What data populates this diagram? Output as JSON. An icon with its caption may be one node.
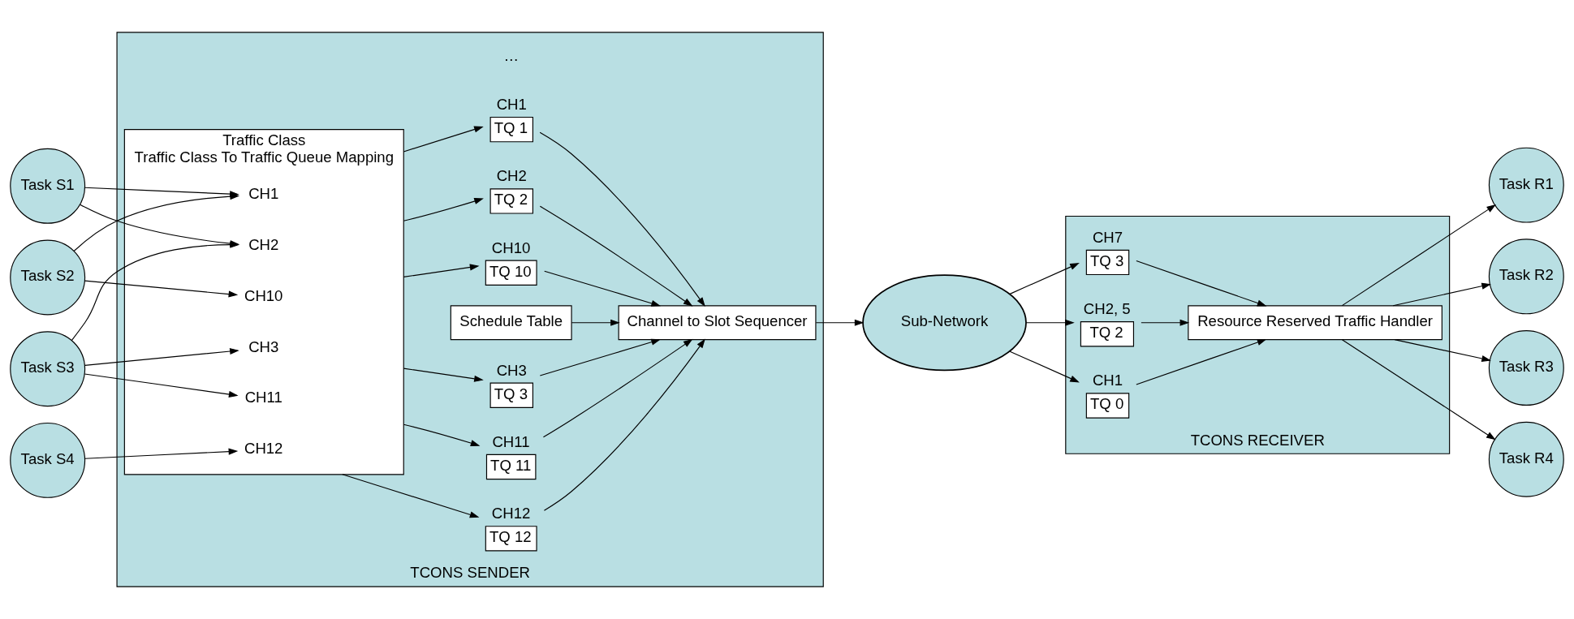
{
  "diagram": {
    "nodes": [
      {
        "text": [
          "Task S1"
        ]
      },
      {
        "text": [
          "Task S2"
        ]
      },
      {
        "text": [
          "Task S3"
        ]
      },
      {
        "text": [
          "Task S4"
        ]
      },
      {
        "text": [
          "TCONS SENDER"
        ]
      },
      {
        "text": [
          "Traffic Class",
          "Traffic Class To Traffic Queue Mapping"
        ],
        "in": 4
      },
      {
        "text": [
          "CH1"
        ],
        "in": 5
      },
      {
        "text": [
          "CH2"
        ],
        "in": 5
      },
      {
        "text": [
          "CH3"
        ],
        "in": 5
      },
      {
        "text": [
          "CH10"
        ],
        "in": 5
      },
      {
        "text": [
          "CH11"
        ],
        "in": 5
      },
      {
        "text": [
          "CH12"
        ],
        "in": 5
      },
      {
        "text": [
          "TQ 1"
        ],
        "beside": [
          "CH1"
        ],
        "in": 4
      },
      {
        "text": [
          "TQ 2"
        ],
        "beside": [
          "CH2"
        ],
        "in": 4
      },
      {
        "text": [
          "TQ 3"
        ],
        "beside": [
          "CH3"
        ],
        "in": 4
      },
      {
        "text": [
          "TQ 10"
        ],
        "beside": [
          "CH10"
        ],
        "in": 4
      },
      {
        "text": [
          "TQ 11"
        ],
        "beside": [
          "CH11"
        ],
        "in": 4
      },
      {
        "text": [
          "TQ 12"
        ],
        "beside": [
          "CH12"
        ],
        "in": 4
      },
      {
        "text": [
          "Schedule Table"
        ],
        "in": 4
      },
      {
        "text": [
          "Channel to Slot Sequencer"
        ],
        "in": 4
      },
      {
        "text": [
          "Sub-Network"
        ]
      },
      {
        "text": [
          "TCONS RECEIVER"
        ]
      },
      {
        "text": [
          "TQ 0"
        ],
        "beside": [
          "CH1"
        ],
        "in": 21
      },
      {
        "text": [
          "TQ 2"
        ],
        "beside": [
          "CH2, 5"
        ],
        "in": 21
      },
      {
        "text": [
          "TQ 3"
        ],
        "beside": [
          "CH7"
        ],
        "in": 21
      },
      {
        "text": [
          "Resource Reserved Traffic Handler"
        ],
        "in": 21
      },
      {
        "text": [
          "Task R1"
        ]
      },
      {
        "text": [
          "Task R2"
        ]
      },
      {
        "text": [
          "Task R3"
        ]
      },
      {
        "text": [
          "Task R4"
        ]
      }
    ],
    "edges": [
      {
        "from": 0,
        "to": 6,
        "arrow": "to"
      },
      {
        "from": 0,
        "to": 7,
        "arrow": "to"
      },
      {
        "from": 1,
        "to": 6,
        "arrow": "to"
      },
      {
        "from": 1,
        "to": 9,
        "arrow": "to"
      },
      {
        "from": 2,
        "to": 7,
        "arrow": "to"
      },
      {
        "from": 2,
        "to": 8,
        "arrow": "to"
      },
      {
        "from": 2,
        "to": 10,
        "arrow": "to"
      },
      {
        "from": 3,
        "to": 11,
        "arrow": "to"
      },
      {
        "from": 5,
        "to": 12,
        "arrow": "to"
      },
      {
        "from": 5,
        "to": 13,
        "arrow": "to"
      },
      {
        "from": 5,
        "to": 14,
        "arrow": "to"
      },
      {
        "from": 5,
        "to": 15,
        "arrow": "to"
      },
      {
        "from": 5,
        "to": 16,
        "arrow": "to"
      },
      {
        "from": 5,
        "to": 17,
        "arrow": "to"
      },
      {
        "from": 12,
        "to": 19,
        "arrow": "to"
      },
      {
        "from": 13,
        "to": 19,
        "arrow": "to"
      },
      {
        "from": 14,
        "to": 19,
        "arrow": "to"
      },
      {
        "from": 15,
        "to": 19,
        "arrow": "to"
      },
      {
        "from": 16,
        "to": 19,
        "arrow": "to"
      },
      {
        "from": 17,
        "to": 19,
        "arrow": "to"
      },
      {
        "from": 18,
        "to": 19,
        "arrow": "to"
      },
      {
        "from": 19,
        "to": 20,
        "arrow": "to"
      },
      {
        "from": 20,
        "to": 22,
        "arrow": "to"
      },
      {
        "from": 20,
        "to": 23,
        "arrow": "to"
      },
      {
        "from": 20,
        "to": 24,
        "arrow": "to"
      },
      {
        "from": 22,
        "to": 25,
        "arrow": "to"
      },
      {
        "from": 23,
        "to": 25,
        "arrow": "to"
      },
      {
        "from": 24,
        "to": 25,
        "arrow": "to"
      },
      {
        "from": 25,
        "to": 26,
        "arrow": "to"
      },
      {
        "from": 25,
        "to": 27,
        "arrow": "to"
      },
      {
        "from": 25,
        "to": 28,
        "arrow": "to"
      },
      {
        "from": 25,
        "to": 29,
        "arrow": "to"
      }
    ],
    "labels": [
      "…"
    ]
  }
}
